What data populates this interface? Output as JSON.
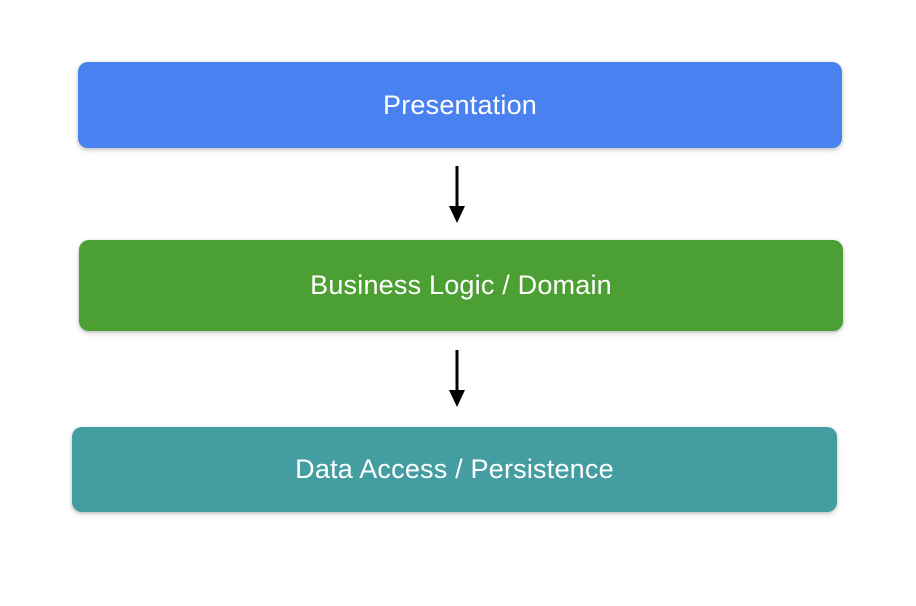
{
  "diagram": {
    "background": "#ffffff",
    "layers": [
      {
        "label": "Presentation",
        "fill": "#4a81f1",
        "text_color": "#ffffff"
      },
      {
        "label": "Business Logic / Domain",
        "fill": "#4c9f33",
        "text_color": "#ffffff"
      },
      {
        "label": "Data Access / Persistence",
        "fill": "#449da0",
        "text_color": "#ffffff"
      }
    ],
    "arrows": [
      {
        "from": "Presentation",
        "to": "Business Logic / Domain",
        "direction": "down",
        "color": "#000000"
      },
      {
        "from": "Business Logic / Domain",
        "to": "Data Access / Persistence",
        "direction": "down",
        "color": "#000000"
      }
    ]
  }
}
